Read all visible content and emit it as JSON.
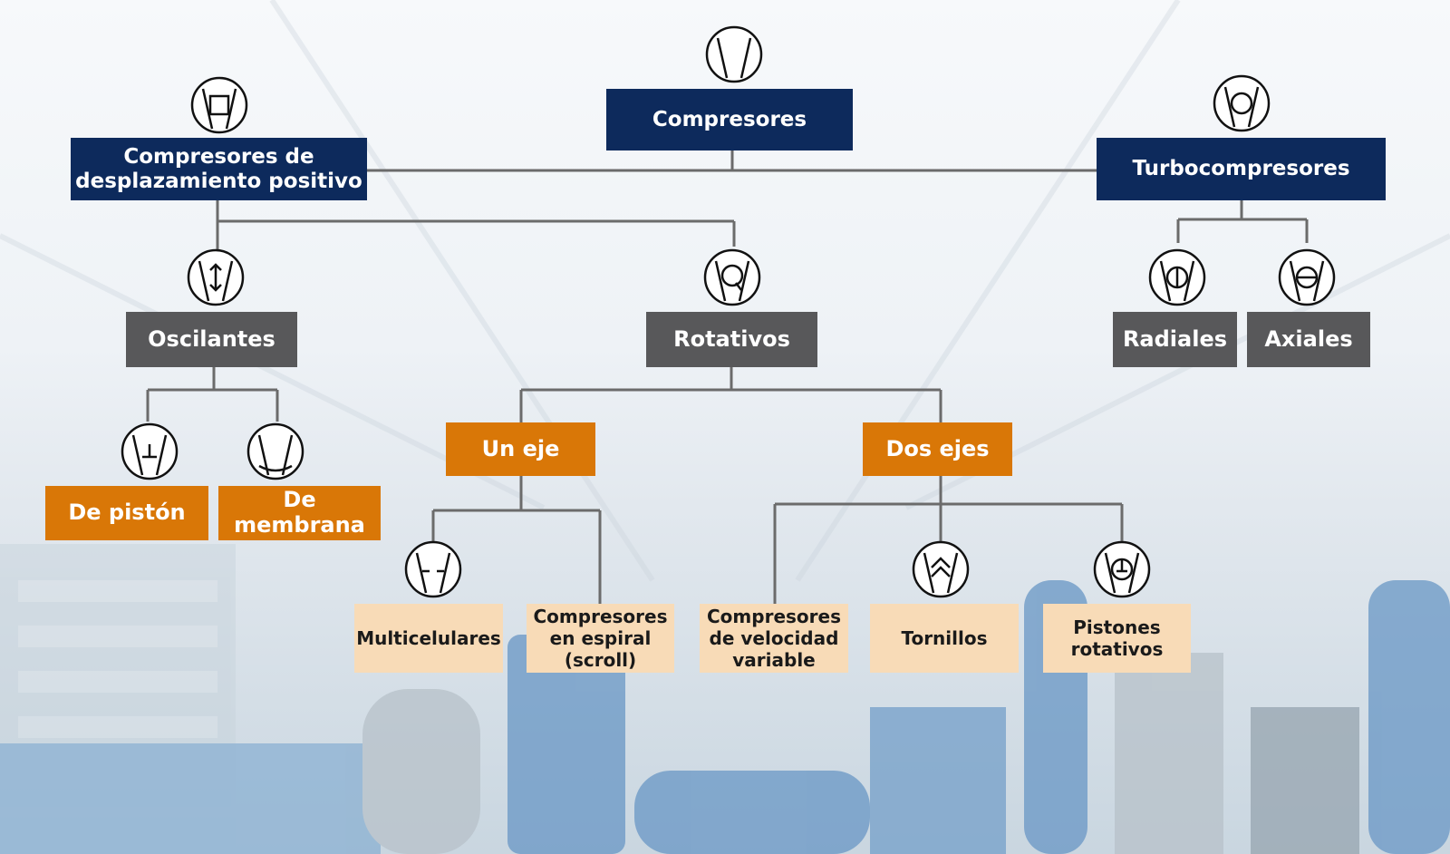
{
  "diagram": {
    "root": {
      "label": "Compresores"
    },
    "positive_displacement": {
      "label": "Compresores de\ndesplazamiento positivo"
    },
    "turbo": {
      "label": "Turbocompresores"
    },
    "oscillating": {
      "label": "Oscilantes"
    },
    "rotary": {
      "label": "Rotativos"
    },
    "radial": {
      "label": "Radiales"
    },
    "axial": {
      "label": "Axiales"
    },
    "piston": {
      "label": "De pistón"
    },
    "membrane": {
      "label": "De membrana"
    },
    "single_shaft": {
      "label": "Un eje"
    },
    "twin_shaft": {
      "label": "Dos ejes"
    },
    "multicell": {
      "label": "Multicelulares"
    },
    "scroll": {
      "label": "Compresores\nen espiral\n(scroll)"
    },
    "variable_speed": {
      "label": "Compresores\nde velocidad\nvariable"
    },
    "screw": {
      "label": "Tornillos"
    },
    "rotary_piston": {
      "label": "Pistones\nrotativos"
    }
  },
  "colors": {
    "navy": "#0d2a5c",
    "grey": "#58585a",
    "orange": "#d97707",
    "beige": "#f8dbb7",
    "connector": "#6b6b6b",
    "icon_stroke": "#111111"
  },
  "icons": {
    "root": "compressor-symbol-icon",
    "positive_displacement": "square-compressor-icon",
    "turbo": "circle-compressor-icon",
    "oscillating": "double-arrow-compressor-icon",
    "rotary": "rotary-q-compressor-icon",
    "radial": "circle-vertical-bar-icon",
    "axial": "circle-horizontal-bar-icon",
    "piston": "piston-icon",
    "membrane": "membrane-icon",
    "multicell": "vane-icon",
    "screw": "double-chevron-icon",
    "rotary_piston": "rotary-piston-icon"
  }
}
